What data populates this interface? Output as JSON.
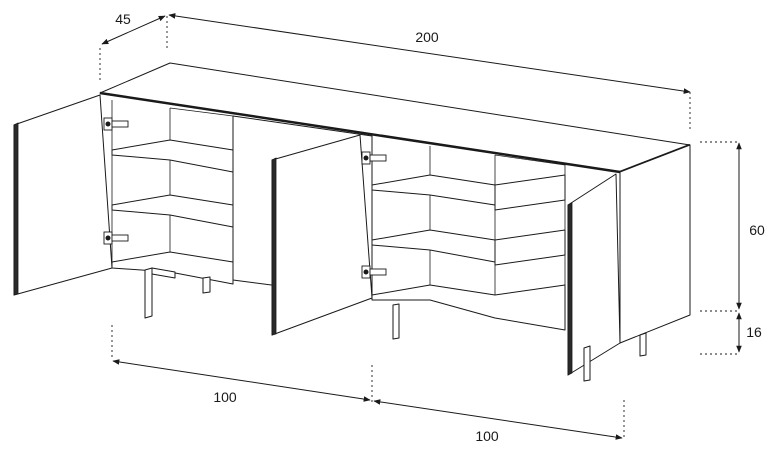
{
  "dimensions": {
    "depth": "45",
    "width": "200",
    "body_height": "60",
    "leg_height": "16",
    "module_left": "100",
    "module_right": "100"
  }
}
